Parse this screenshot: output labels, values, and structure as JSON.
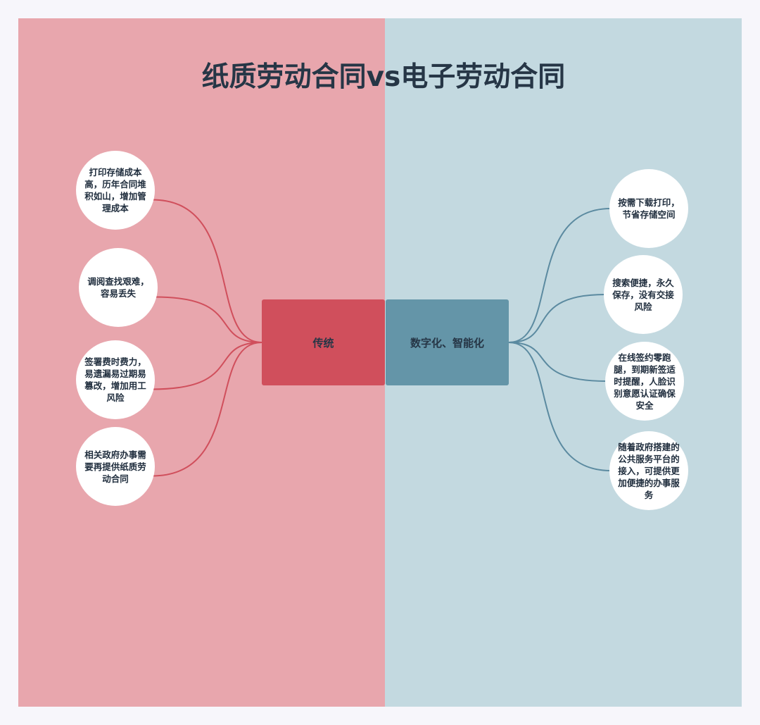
{
  "title": "纸质劳动合同vs电子劳动合同",
  "colors": {
    "page_background": "#f7f6fb",
    "left_panel": "#e8a6ad",
    "right_panel": "#c3d9e0",
    "left_hub": "#d04f5c",
    "right_hub": "#6495a8",
    "left_connector": "#d04f5c",
    "right_connector": "#5b8aa0",
    "leaf_fill": "#ffffff",
    "text": "#263646"
  },
  "left": {
    "hub_label": "传统",
    "items": [
      "打印存储成本高，历年合同堆积如山，增加管理成本",
      "调阅查找艰难，容易丢失",
      "签署费时费力，易遗漏易过期易篡改，增加用工风险",
      "相关政府办事需要再提供纸质劳动合同"
    ]
  },
  "right": {
    "hub_label": "数字化、智能化",
    "items": [
      "按需下载打印，节省存储空间",
      "搜索便捷，永久保存，没有交接风险",
      "在线签约零跑腿，到期新签适时提醒，人脸识别意愿认证确保安全",
      "随着政府搭建的公共服务平台的接入，可提供更加便捷的办事服务"
    ]
  }
}
